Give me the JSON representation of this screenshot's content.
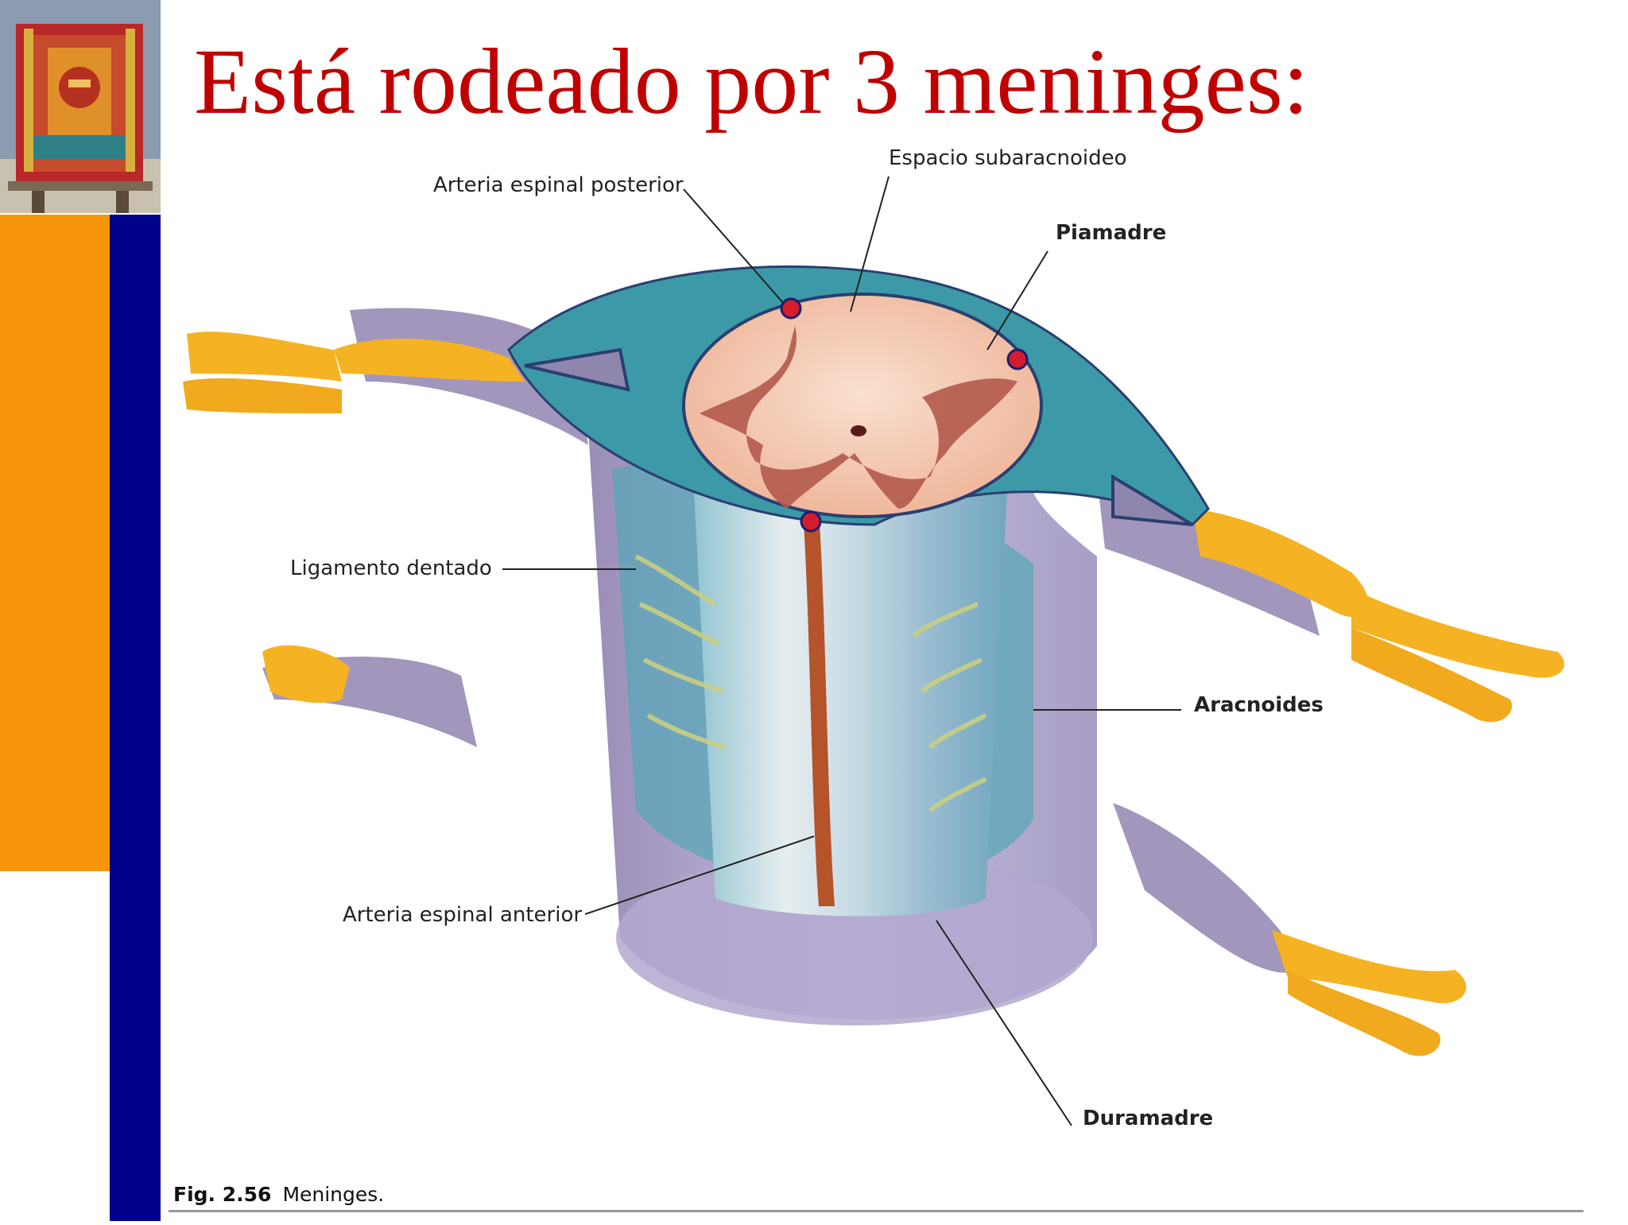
{
  "slide": {
    "title": "Está rodeado por 3 meninges:",
    "colors": {
      "title": "#c00000",
      "sidebar_orange": "#f7960c",
      "sidebar_navy": "#00008a"
    }
  },
  "logo": {
    "icon": "mural-building-icon"
  },
  "diagram": {
    "labels": {
      "posterior_artery": "Arteria espinal posterior",
      "subarachnoid_space": "Espacio subaracnoideo",
      "pia_mater": "Piamadre",
      "denticulate_ligament": "Ligamento dentado",
      "arachnoid": "Aracnoides",
      "anterior_artery": "Arteria espinal anterior",
      "dura_mater": "Duramadre"
    },
    "caption": {
      "number": "Fig. 2.56",
      "text": "Meninges."
    }
  }
}
